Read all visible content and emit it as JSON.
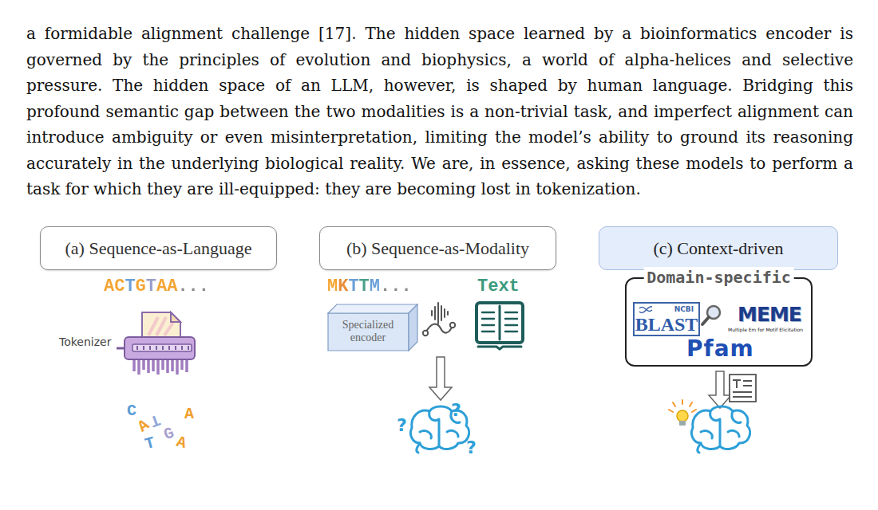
{
  "diagram": {
    "nodes": [
      {
        "text": [
          "(a) Sequence-as-Language"
        ]
      },
      {
        "text": [
          "(b) Sequence-as-Modality"
        ]
      },
      {
        "text": [
          "(c) Context-driven"
        ]
      },
      {
        "text": [
          "Specialized encoder"
        ]
      },
      {
        "text": [
          "Domain-specific"
        ]
      },
      {
        "text": [
          "NCBI",
          "BLAST"
        ],
        "in": 4
      }
    ],
    "labels": [
      "a formidable alignment challenge [17]. The hidden space learned by a bioinformatics encoder is governed by the principles of evolution and biophysics, a world of alpha-helices and selective pressure. The hidden space of an LLM, however, is shaped by human language. Bridging this profound semantic gap between the two modalities is a non-trivial task, and imperfect alignment can introduce ambiguity or even misinterpretation, limiting the model’s ability to ground its reasoning accurately in the underlying biological reality. We are, in essence, asking these models to perform a task for which they are ill-equipped: they are becoming lost in tokenization.",
      "ACTGTAA...",
      "Tokenizer",
      "C",
      "A",
      "A",
      "T",
      "G",
      "A",
      "T",
      "MKTTM...",
      "Text",
      "?",
      "?",
      "?",
      "MEME",
      "Multiple Em for Motif Elicitation",
      "Pfam"
    ]
  }
}
